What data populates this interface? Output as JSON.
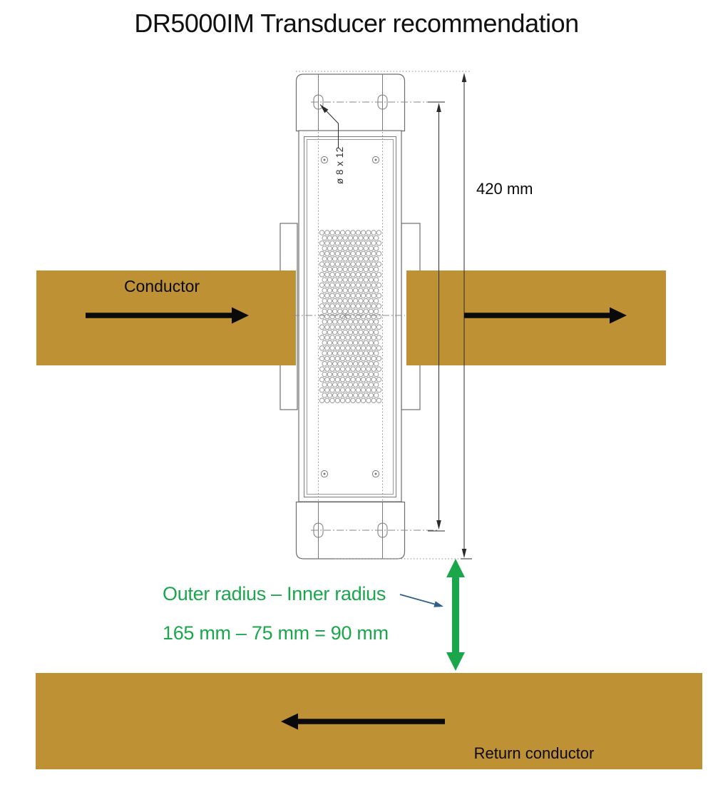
{
  "title": "DR5000IM Transducer recommendation",
  "diagram": {
    "conductor_label": "Conductor",
    "return_conductor_label": "Return conductor",
    "height_dimension": "420 mm",
    "mounting_hole_dimension": "ø 8 x 12",
    "clearance_title": "Outer radius – Inner radius",
    "clearance_formula": "165 mm – 75 mm = 90 mm"
  },
  "colors": {
    "conductor_fill": "#BE9134",
    "annotation_green": "#1BA64C",
    "leader_blue": "#2E5F8E"
  }
}
